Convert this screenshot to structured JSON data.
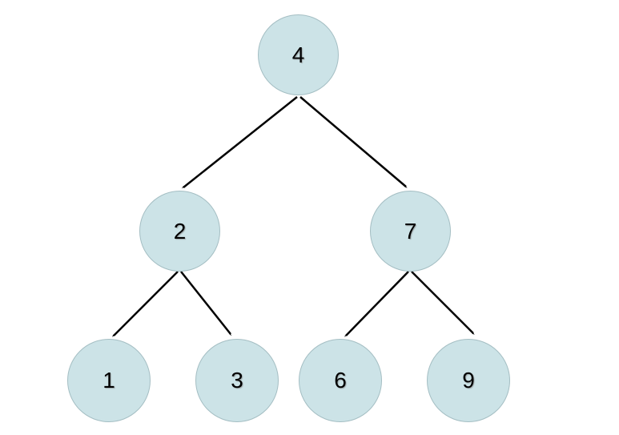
{
  "diagram": {
    "type": "binary-tree",
    "colors": {
      "background": "#ffffff",
      "node_fill": "#cce3e7",
      "node_border": "#a4bec3",
      "edge": "#000000",
      "label": "#000000"
    },
    "nodes": [
      {
        "id": "root",
        "label": "4",
        "level": 0
      },
      {
        "id": "left-child",
        "label": "2",
        "level": 1
      },
      {
        "id": "right-child",
        "label": "7",
        "level": 1
      },
      {
        "id": "leaf-1",
        "label": "1",
        "level": 2
      },
      {
        "id": "leaf-3",
        "label": "3",
        "level": 2
      },
      {
        "id": "leaf-6",
        "label": "6",
        "level": 2
      },
      {
        "id": "leaf-9",
        "label": "9",
        "level": 2
      }
    ],
    "edges": [
      {
        "from": "4",
        "to": "2"
      },
      {
        "from": "4",
        "to": "7"
      },
      {
        "from": "2",
        "to": "1"
      },
      {
        "from": "2",
        "to": "3"
      },
      {
        "from": "7",
        "to": "6"
      },
      {
        "from": "7",
        "to": "9"
      }
    ]
  }
}
